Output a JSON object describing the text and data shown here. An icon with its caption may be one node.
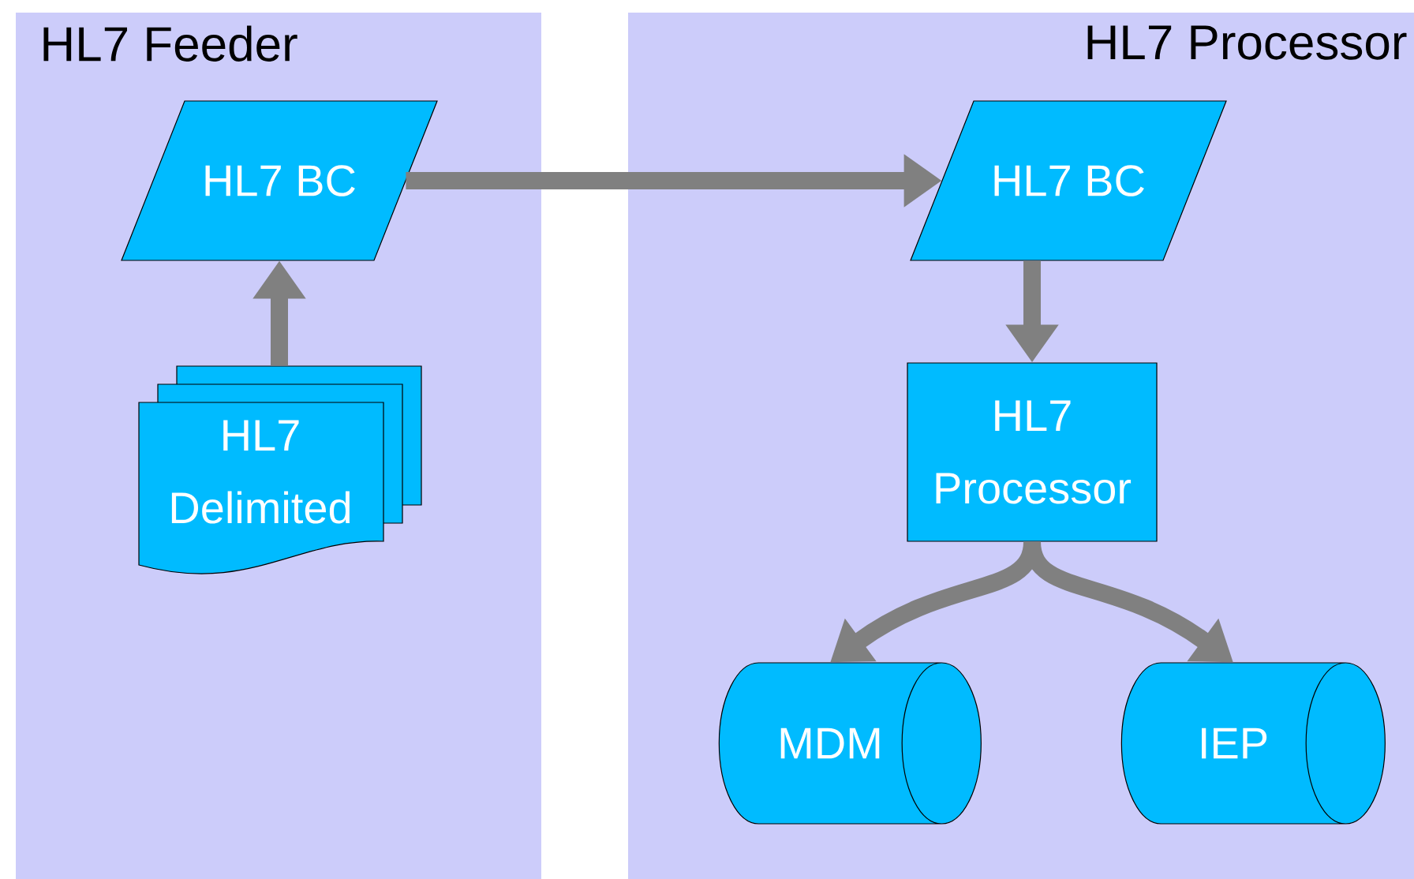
{
  "diagram": {
    "nodes": [
      {
        "text": [
          "HL7 Feeder"
        ]
      },
      {
        "text": [
          "HL7 Processor"
        ]
      },
      {
        "text": [
          "HL7 BC"
        ],
        "in": 0
      },
      {
        "text": [
          "HL7 Delimited"
        ],
        "in": 0
      },
      {
        "text": [
          "HL7 BC"
        ],
        "in": 1
      },
      {
        "text": [
          "HL7 Processor"
        ],
        "in": 1
      },
      {
        "text": [
          "MDM"
        ],
        "in": 1
      },
      {
        "text": [
          "IEP"
        ],
        "in": 1
      }
    ],
    "edges": [
      {
        "from": 3,
        "to": 2,
        "arrow": "to"
      },
      {
        "from": 2,
        "to": 4,
        "arrow": "to"
      },
      {
        "from": 4,
        "to": 5,
        "arrow": "to"
      },
      {
        "from": 5,
        "to": 6,
        "arrow": "to"
      },
      {
        "from": 5,
        "to": 7,
        "arrow": "to"
      }
    ]
  }
}
